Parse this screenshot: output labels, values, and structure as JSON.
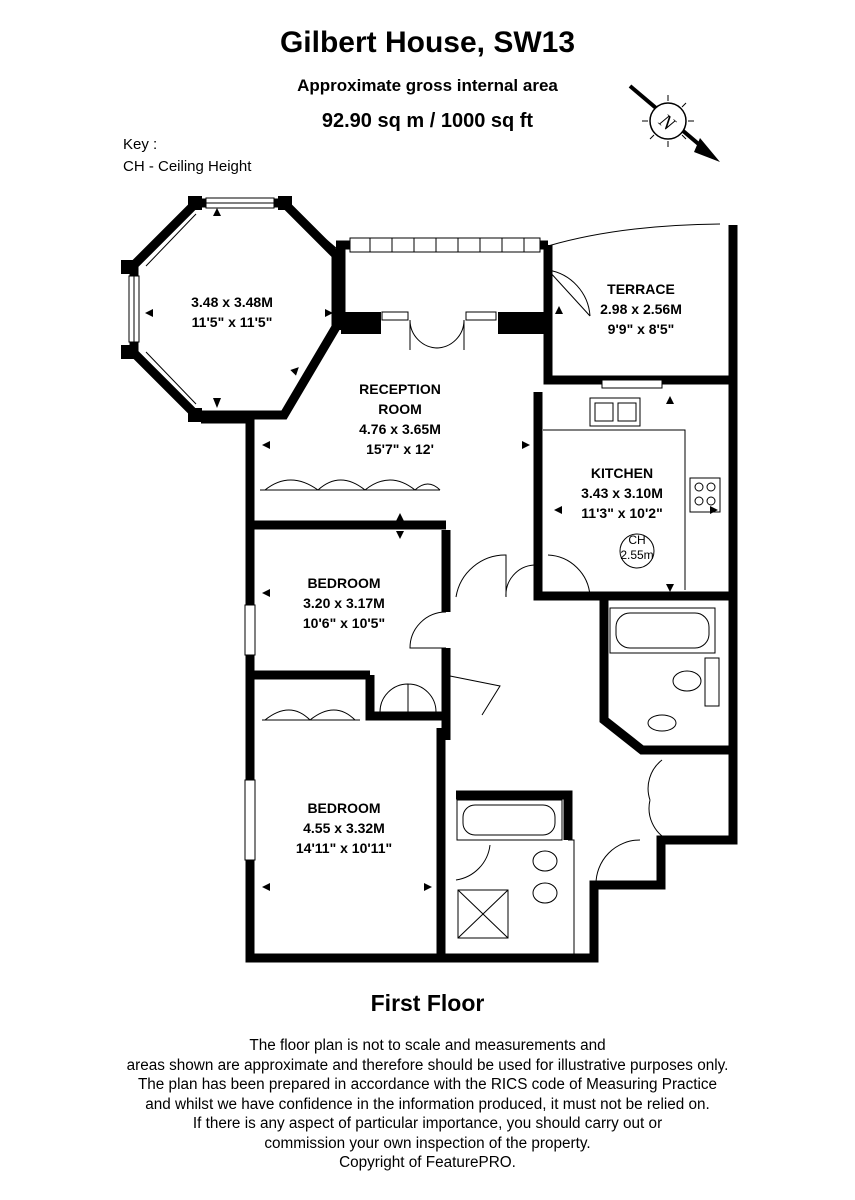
{
  "header": {
    "title": "Gilbert House, SW13",
    "subtitle": "Approximate gross internal area",
    "area": "92.90 sq m / 1000 sq ft"
  },
  "key": {
    "heading": "Key :",
    "entry": "CH - Ceiling Height"
  },
  "compass": {
    "label": "N"
  },
  "rooms": {
    "octagon": {
      "metric": "3.48 x 3.48M",
      "imperial": "11'5\" x 11'5\""
    },
    "reception": {
      "name_line1": "RECEPTION",
      "name_line2": "ROOM",
      "metric": "4.76 x 3.65M",
      "imperial": "15'7\" x 12'"
    },
    "terrace": {
      "name": "TERRACE",
      "metric": "2.98 x 2.56M",
      "imperial": "9'9\" x 8'5\""
    },
    "kitchen": {
      "name": "KITCHEN",
      "metric": "3.43 x 3.10M",
      "imperial": "11'3\" x 10'2\"",
      "ch_label": "CH",
      "ch_value": "2.55m"
    },
    "bedroom1": {
      "name": "BEDROOM",
      "metric": "3.20 x 3.17M",
      "imperial": "10'6\" x 10'5\""
    },
    "bedroom2": {
      "name": "BEDROOM",
      "metric": "4.55 x 3.32M",
      "imperial": "14'11\" x 10'11\""
    }
  },
  "floor_label": "First Floor",
  "disclaimer": [
    "The floor plan is not to scale and measurements and",
    "areas shown are approximate and therefore should be used for illustrative purposes only.",
    "The plan has been prepared in accordance with the RICS code of Measuring Practice",
    "and whilst we have confidence in the information produced, it must not be relied on.",
    "If there is any aspect of particular importance, you should carry out or",
    "commission your own inspection of the property.",
    "Copyright of FeaturePRO."
  ]
}
